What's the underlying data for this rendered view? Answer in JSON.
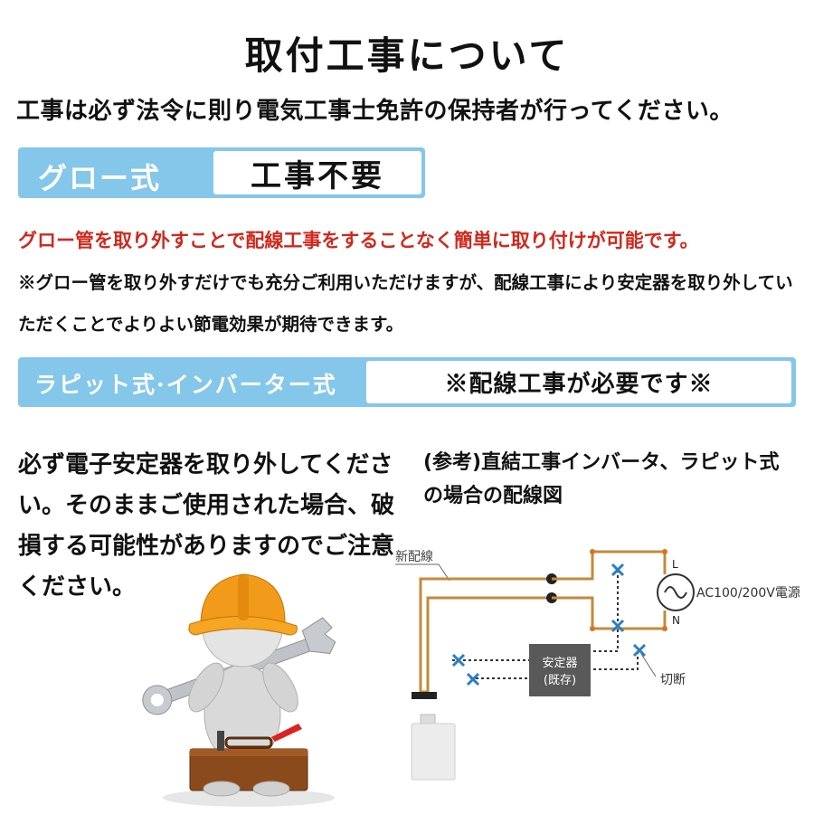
{
  "page": {
    "title": "取付工事について",
    "notice": "工事は必ず法令に則り電気工事士免許の保持者が行ってください。"
  },
  "glow_section": {
    "label": "グロー式",
    "value": "工事不要",
    "red_note": "グロー管を取り外すことで配線工事をすることなく簡単に取り付けが可能です。",
    "sub_note": "※グロー管を取り外すだけでも充分ご利用いただけますが、配線工事により安定器を取り外していただくことでよりよい節電効果が期待できます。"
  },
  "rapid_section": {
    "label": "ラピット式·インバーター式",
    "value": "※配線工事が必要です※"
  },
  "warning": "必ず電子安定器を取り外してください。そのままご使用された場合、破損する可能性がありますのでご注意ください。",
  "reference": {
    "title": "(参考)直結工事インバータ、ラピット式の場合の配線図"
  },
  "diagram": {
    "new_wiring_label": "新配線",
    "terminal_l": "L",
    "terminal_n": "N",
    "power_label": "AC100/200V電源",
    "ballast_line1": "安定器",
    "ballast_line2": "(既存)",
    "cut_label": "切断",
    "colors": {
      "wire": "#c48a3a",
      "cut_x": "#2a7ec9",
      "ballast": "#595959",
      "accent_box": "#84c7ea"
    }
  },
  "illustration": {
    "icon": "construction-worker-with-wrench-icon"
  }
}
